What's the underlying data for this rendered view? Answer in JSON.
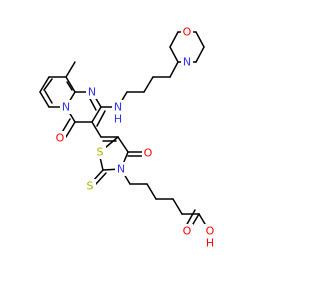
{
  "colors": {
    "bond": "#000000",
    "N": "#3333ff",
    "O": "#ff0000",
    "S": "#b3b300"
  },
  "atoms": [
    {
      "id": "N_morph",
      "label": "N",
      "color": "N"
    },
    {
      "id": "O_morph",
      "label": "O",
      "color": "O"
    },
    {
      "id": "NH",
      "label": "N",
      "color": "N",
      "sub": "H"
    },
    {
      "id": "N_pyr",
      "label": "N",
      "color": "N"
    },
    {
      "id": "N_bridge",
      "label": "N",
      "color": "N"
    },
    {
      "id": "O_ketone",
      "label": "O",
      "color": "O"
    },
    {
      "id": "S_ring",
      "label": "S",
      "color": "S"
    },
    {
      "id": "S_thione",
      "label": "S",
      "color": "S"
    },
    {
      "id": "N_thz",
      "label": "N",
      "color": "N"
    },
    {
      "id": "O_thz",
      "label": "O",
      "color": "O"
    },
    {
      "id": "O_acid_dbl",
      "label": "O",
      "color": "O"
    },
    {
      "id": "O_acid_oh",
      "label": "O",
      "color": "O",
      "sub": "H"
    }
  ]
}
